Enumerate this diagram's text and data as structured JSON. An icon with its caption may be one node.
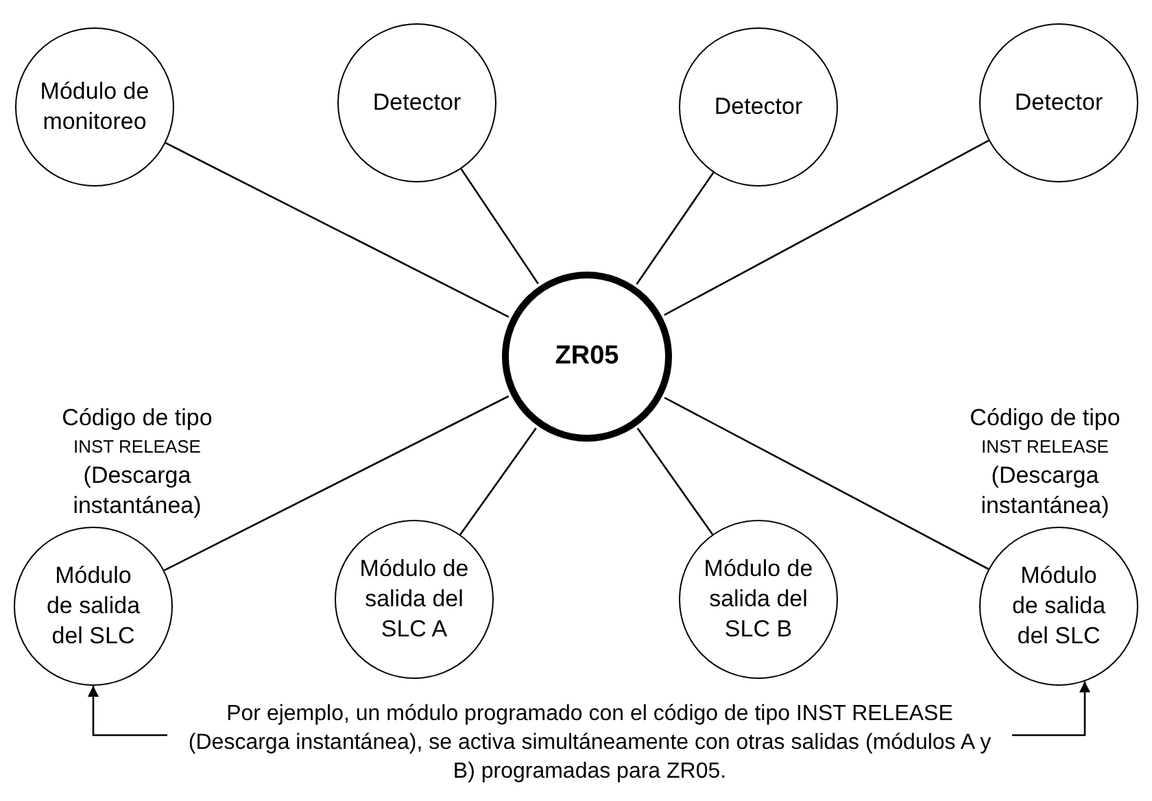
{
  "diagram": {
    "nodes": [
      {
        "text": [
          "Módulo de monitoreo"
        ]
      },
      {
        "text": [
          "Detector"
        ]
      },
      {
        "text": [
          "Detector"
        ]
      },
      {
        "text": [
          "Detector"
        ]
      },
      {
        "text": [
          "ZR05"
        ]
      },
      {
        "text": [
          "Módulo de salida del SLC"
        ],
        "beside": [
          "Código de tipo",
          "INST RELEASE",
          "(Descarga instantánea)"
        ]
      },
      {
        "text": [
          "Módulo de salida del SLC A"
        ]
      },
      {
        "text": [
          "Módulo de salida del SLC B"
        ]
      },
      {
        "text": [
          "Módulo de salida del SLC"
        ],
        "beside": [
          "Código de tipo",
          "INST RELEASE",
          "(Descarga instantánea)"
        ]
      },
      {
        "text": [
          "Por ejemplo, un módulo programado con el código de tipo INST RELEASE (Descarga instantánea), se activa simultáneamente con otras salidas (módulos A y B) programadas para ZR05."
        ]
      }
    ],
    "edges": [
      {
        "from": 0,
        "to": 4,
        "arrow": "none"
      },
      {
        "from": 1,
        "to": 4,
        "arrow": "none"
      },
      {
        "from": 2,
        "to": 4,
        "arrow": "none"
      },
      {
        "from": 3,
        "to": 4,
        "arrow": "none"
      },
      {
        "from": 4,
        "to": 5,
        "arrow": "none"
      },
      {
        "from": 4,
        "to": 6,
        "arrow": "none"
      },
      {
        "from": 4,
        "to": 7,
        "arrow": "none"
      },
      {
        "from": 4,
        "to": 8,
        "arrow": "none"
      },
      {
        "from": 9,
        "to": 5,
        "arrow": "to"
      },
      {
        "from": 9,
        "to": 8,
        "arrow": "to"
      }
    ]
  }
}
